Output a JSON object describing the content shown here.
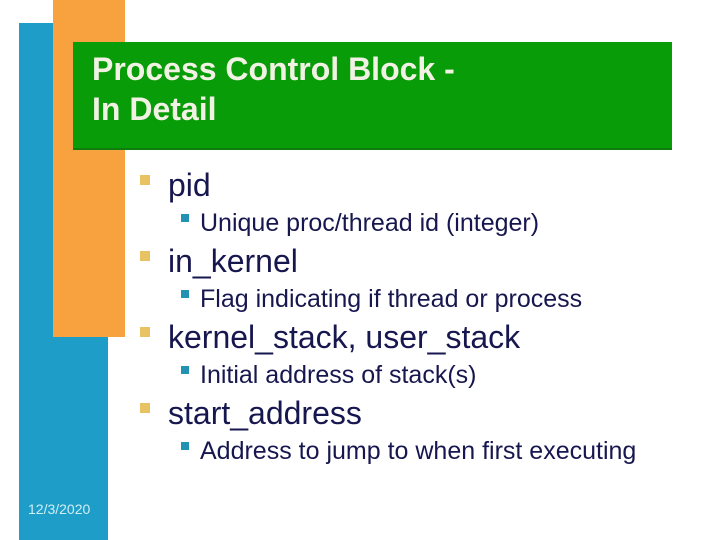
{
  "slide": {
    "title": {
      "line1": "Process Control Block -",
      "line2": "In Detail"
    },
    "bullets": [
      {
        "level": 1,
        "text": "pid"
      },
      {
        "level": 2,
        "text": "Unique proc/thread id (integer)"
      },
      {
        "level": 1,
        "text": "in_kernel"
      },
      {
        "level": 2,
        "text": "Flag indicating if thread or process"
      },
      {
        "level": 1,
        "text": "kernel_stack, user_stack"
      },
      {
        "level": 2,
        "text": "Initial address of stack(s)"
      },
      {
        "level": 1,
        "text": "start_address"
      },
      {
        "level": 2,
        "text": "Address to jump to when first executing"
      }
    ],
    "date": "12/3/2020",
    "colors": {
      "green": "#089C08",
      "green_dark": "#0E7D0E",
      "orange": "#F7A13F",
      "teal": "#1E9DC8",
      "bullet_l1": "#E8C364",
      "bullet_l2": "#2292B2",
      "text": "#17174F",
      "title_text": "#F2F2E4",
      "date_text": "#CFEFF5"
    }
  }
}
